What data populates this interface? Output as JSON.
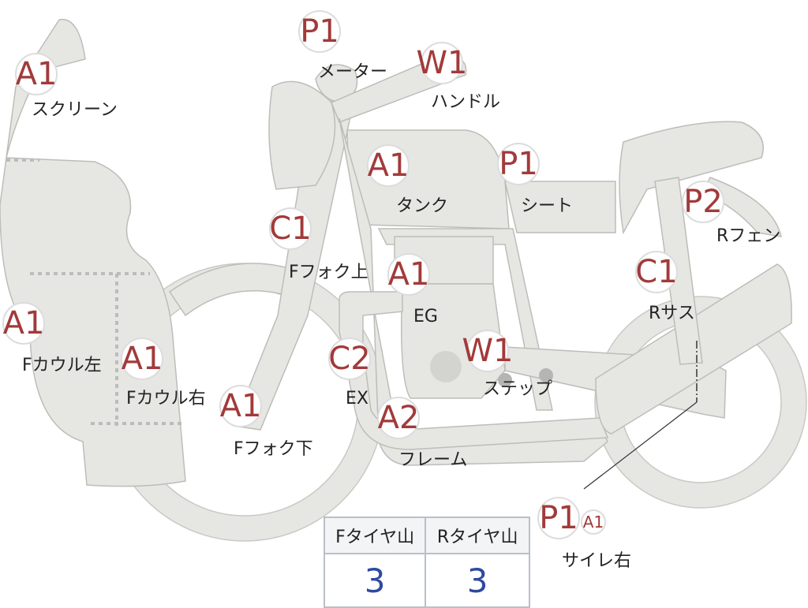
{
  "parts": [
    {
      "code": "A1",
      "label": "スクリーン"
    },
    {
      "code": "P1",
      "label": "メーター"
    },
    {
      "code": "W1",
      "label": "ハンドル"
    },
    {
      "code": "A1",
      "label": "タンク"
    },
    {
      "code": "P1",
      "label": "シート"
    },
    {
      "code": "P2",
      "label": "Rフェン"
    },
    {
      "code": "C1",
      "label": "Fフォク上"
    },
    {
      "code": "A1",
      "label": "EG"
    },
    {
      "code": "C1",
      "label": "Rサス"
    },
    {
      "code": "A1",
      "label": "Fカウル左"
    },
    {
      "code": "A1",
      "label": "Fカウル右"
    },
    {
      "code": "C2",
      "label": "EX"
    },
    {
      "code": "W1",
      "label": "ステップ"
    },
    {
      "code": "A1",
      "label": "Fフォク下"
    },
    {
      "code": "A2",
      "label": "フレーム"
    },
    {
      "code": "P1",
      "code2": "A1",
      "label": "サイレ右"
    }
  ],
  "tire_table": {
    "headers": [
      "Fタイヤ山",
      "Rタイヤ山"
    ],
    "values": [
      "3",
      "3"
    ]
  },
  "colors": {
    "badge_text": "#a23a3a",
    "tire_value": "#2d4aa0",
    "bike_body": "#e6e6e3"
  }
}
